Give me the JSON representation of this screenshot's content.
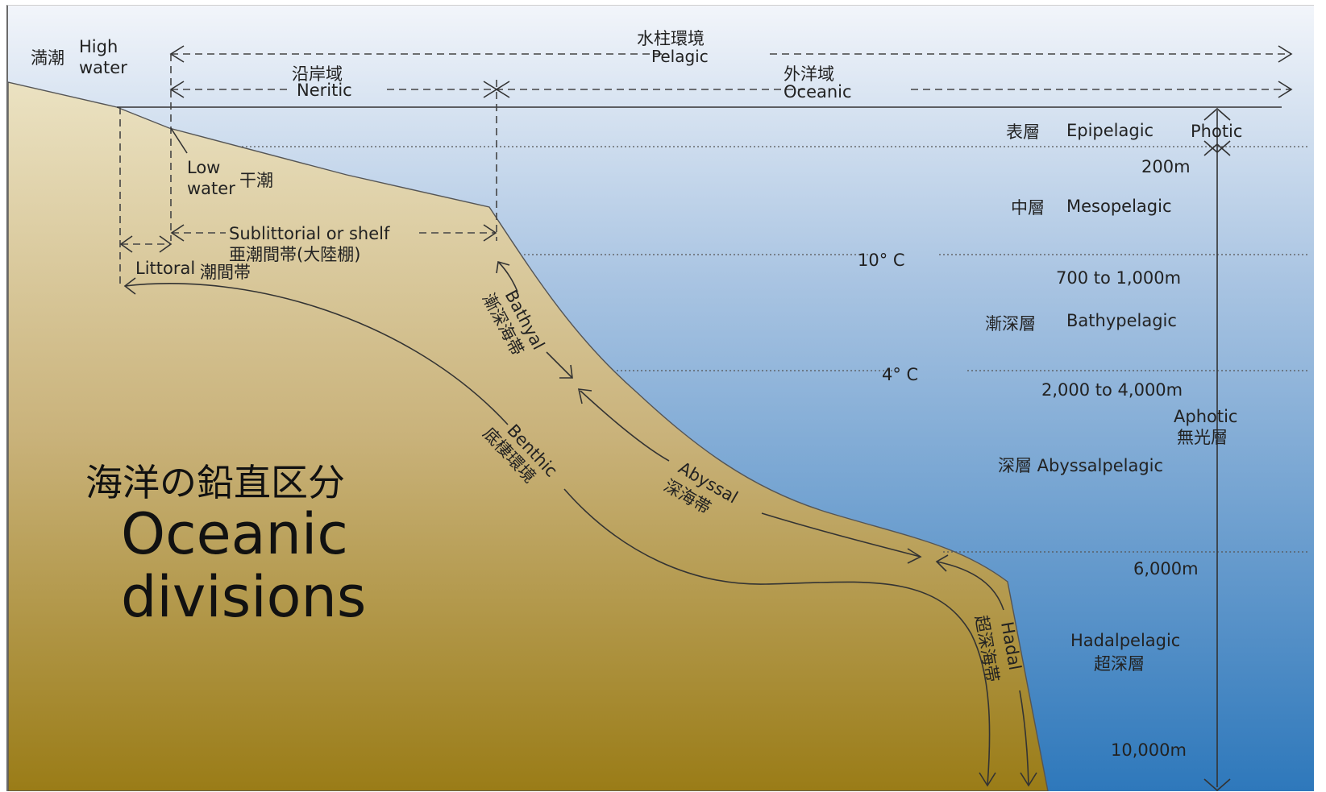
{
  "title": {
    "jp": "海洋の鉛直区分",
    "en_line1": "Oceanic",
    "en_line2": "divisions"
  },
  "top_labels": {
    "pelagic_jp": "水柱環境",
    "pelagic_en": "Pelagic",
    "neritic_jp": "沿岸域",
    "neritic_en": "Neritic",
    "oceanic_jp": "外洋域",
    "oceanic_en": "Oceanic",
    "high_water_jp": "満潮",
    "high_water_line1": "High",
    "high_water_line2": "water",
    "low_water_line1": "Low",
    "low_water_line2": "water",
    "low_water_jp": "干潮"
  },
  "shore_zones": {
    "sublittoral_en": "Sublittorial or shelf",
    "sublittoral_jp": "亜潮間帯(大陸棚)",
    "littoral_en": "Littoral",
    "littoral_jp": "潮間帯"
  },
  "benthic_zones": {
    "bathyal_en": "Bathyal",
    "bathyal_jp": "漸深海帯",
    "benthic_en": "Benthic",
    "benthic_jp": "底棲環境",
    "abyssal_en": "Abyssal",
    "abyssal_jp": "深海帯",
    "hadal_en": "Hadal",
    "hadal_jp": "超深海帯"
  },
  "pelagic_zones": {
    "epipelagic_jp": "表層",
    "epipelagic_en": "Epipelagic",
    "mesopelagic_jp": "中層",
    "mesopelagic_en": "Mesopelagic",
    "bathypelagic_jp": "漸深層",
    "bathypelagic_en": "Bathypelagic",
    "abyssopelagic": "深層 Abyssalpelagic",
    "hadalpelagic_en": "Hadalpelagic",
    "hadalpelagic_jp": "超深層"
  },
  "depths": {
    "d200": "200m",
    "d700": "700 to 1,000m",
    "d2000": "2,000 to 4,000m",
    "d6000": "6,000m",
    "d10000": "10,000m"
  },
  "temperatures": {
    "t10": "10° C",
    "t4": "4° C"
  },
  "light": {
    "photic": "Photic",
    "aphotic_en": "Aphotic",
    "aphotic_jp": "無光層"
  },
  "colors": {
    "water_top": "#f2f5fa",
    "water_bottom": "#2e78bb",
    "land_top": "#e9dfbc",
    "land_bottom": "#9a7c17"
  }
}
